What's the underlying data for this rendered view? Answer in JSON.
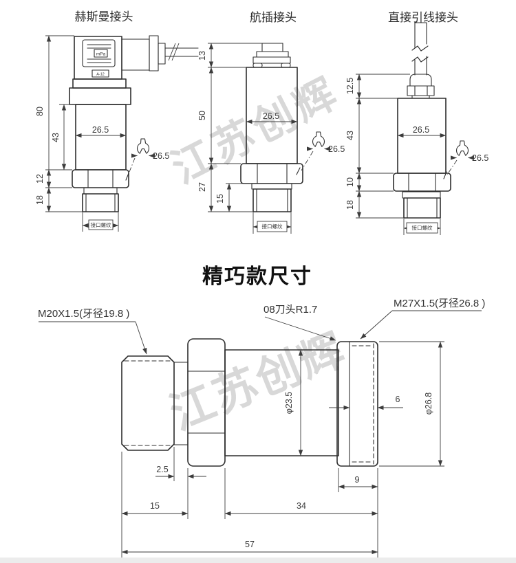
{
  "watermark": {
    "text": "江苏创辉"
  },
  "drawings": {
    "hirschmann": {
      "title": "赫斯曼接头",
      "display": "mPa",
      "tag": "A-12",
      "thread_label": "接口螺纹",
      "dims": {
        "total": "80",
        "body": "43",
        "hex": "12",
        "thread": "18",
        "width": "26.5",
        "hex_af": "26.5"
      }
    },
    "aviation": {
      "title": "航插接头",
      "thread_label": "接口螺纹",
      "dims": {
        "plug": "13",
        "body": "50",
        "lower": "27",
        "thread": "15",
        "width": "26.5",
        "hex_af": "26.5"
      }
    },
    "direct": {
      "title": "直接引线接头",
      "thread_label": "接口螺纹",
      "dims": {
        "gland": "12.5",
        "body": "43",
        "hex": "10",
        "thread": "18",
        "width": "26.5",
        "hex_af": "26.5"
      }
    },
    "compact": {
      "title": "精巧款尺寸",
      "labels": {
        "left_thread": "M20X1.5(牙径19.8 )",
        "cutter": "08刀头R1.7",
        "right_thread": "M27X1.5(牙径26.8 )"
      },
      "dims": {
        "groove": "2.5",
        "thread_len": "15",
        "body_len": "34",
        "total_len": "57",
        "cap_len": "9",
        "band": "6",
        "body_dia": "φ23.5",
        "cap_dia": "φ26.8"
      }
    }
  }
}
